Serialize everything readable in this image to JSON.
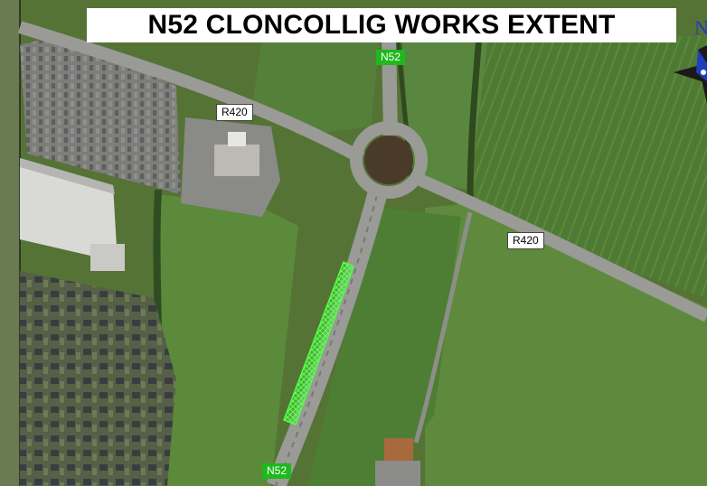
{
  "title": "N52 CLONCOLLIG WORKS EXTENT",
  "labels": {
    "n52_top": "N52",
    "n52_bottom": "N52",
    "r420_west": "R420",
    "r420_east": "R420"
  },
  "north_arrow": {
    "letter": "N"
  },
  "colors": {
    "works_extent": "#33ff33",
    "n52_label_bg": "#1db91d",
    "title_bg": "#ffffff",
    "north_arrow_blue": "#1f3fbf"
  }
}
